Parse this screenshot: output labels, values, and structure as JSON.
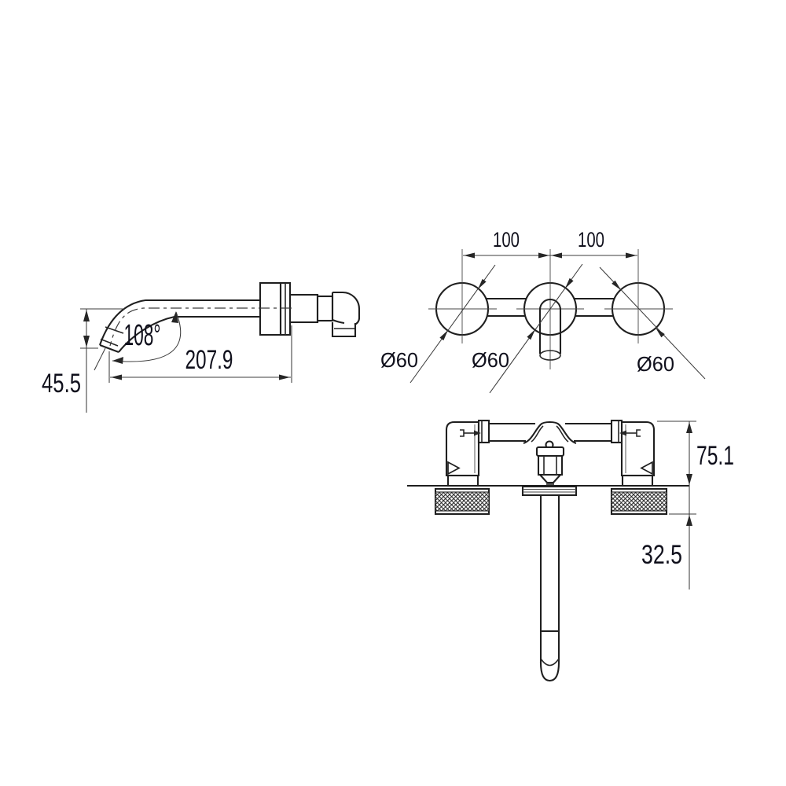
{
  "colors": {
    "background": "#ffffff",
    "line_bold": "#1f1f1f",
    "line_thin": "#3c3c3c",
    "text": "#10101c"
  },
  "side_view": {
    "dims": {
      "drop": "45.5",
      "length": "207.9",
      "angle": "108°"
    }
  },
  "front_view": {
    "dims": {
      "pitch_left": "100",
      "pitch_right": "100",
      "dia_left": "Ø60",
      "dia_middle": "Ø60",
      "dia_right": "Ø60"
    }
  },
  "plan_view": {
    "dims": {
      "depth": "75.1",
      "projection": "32.5"
    }
  }
}
